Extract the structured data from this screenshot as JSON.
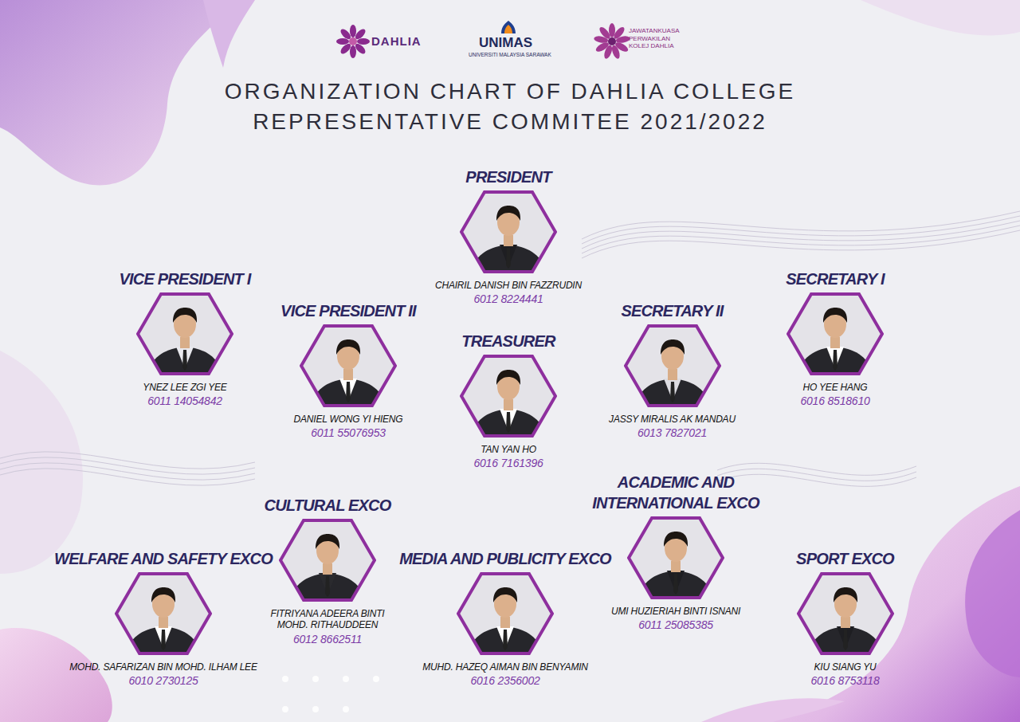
{
  "diagram": {
    "title": "ORGANIZATION CHART OF DAHLIA COLLEGE REPRESENTATIVE COMMITEE 2021/2022",
    "nodes": [
      {
        "text": [
          "PRESIDENT",
          "CHAIRIL DANISH BIN FAZZRUDIN",
          "6012 8224441"
        ]
      },
      {
        "text": [
          "VICE PRESIDENT I",
          "YNEZ LEE ZGI YEE",
          "6011 14054842"
        ]
      },
      {
        "text": [
          "VICE PRESIDENT II",
          "DANIEL WONG YI HIENG",
          "6011 55076953"
        ]
      },
      {
        "text": [
          "TREASURER",
          "TAN YAN HO",
          "6016 7161396"
        ]
      },
      {
        "text": [
          "SECRETARY II",
          "JASSY MIRALIS AK MANDAU",
          "6013 7827021"
        ]
      },
      {
        "text": [
          "SECRETARY I",
          "HO YEE HANG",
          "6016 8518610"
        ]
      },
      {
        "text": [
          "CULTURAL EXCO",
          "FITRIYANA ADEERA BINTI MOHD. RITHAUDDEEN",
          "6012 8662511"
        ]
      },
      {
        "text": [
          "ACADEMIC AND INTERNATIONAL EXCO",
          "UMI HUZIERIAH BINTI ISNANI",
          "6011 25085385"
        ]
      },
      {
        "text": [
          "WELFARE AND SAFETY EXCO",
          "MOHD. SAFARIZAN BIN MOHD. ILHAM LEE",
          "6010 2730125"
        ]
      },
      {
        "text": [
          "MEDIA AND PUBLICITY EXCO",
          "MUHD. HAZEQ AIMAN BIN BENYAMIN",
          "6016 2356002"
        ]
      },
      {
        "text": [
          "SPORT EXCO",
          "KIU SIANG YU",
          "6016 8753118"
        ]
      }
    ],
    "labels": [
      "DAHLIA",
      "UNIMAS",
      "UNIVERSITI MALAYSIA SARAWAK",
      "JAWATANKUASA PERWAKILAN KOLEJ DAHLIA"
    ]
  }
}
